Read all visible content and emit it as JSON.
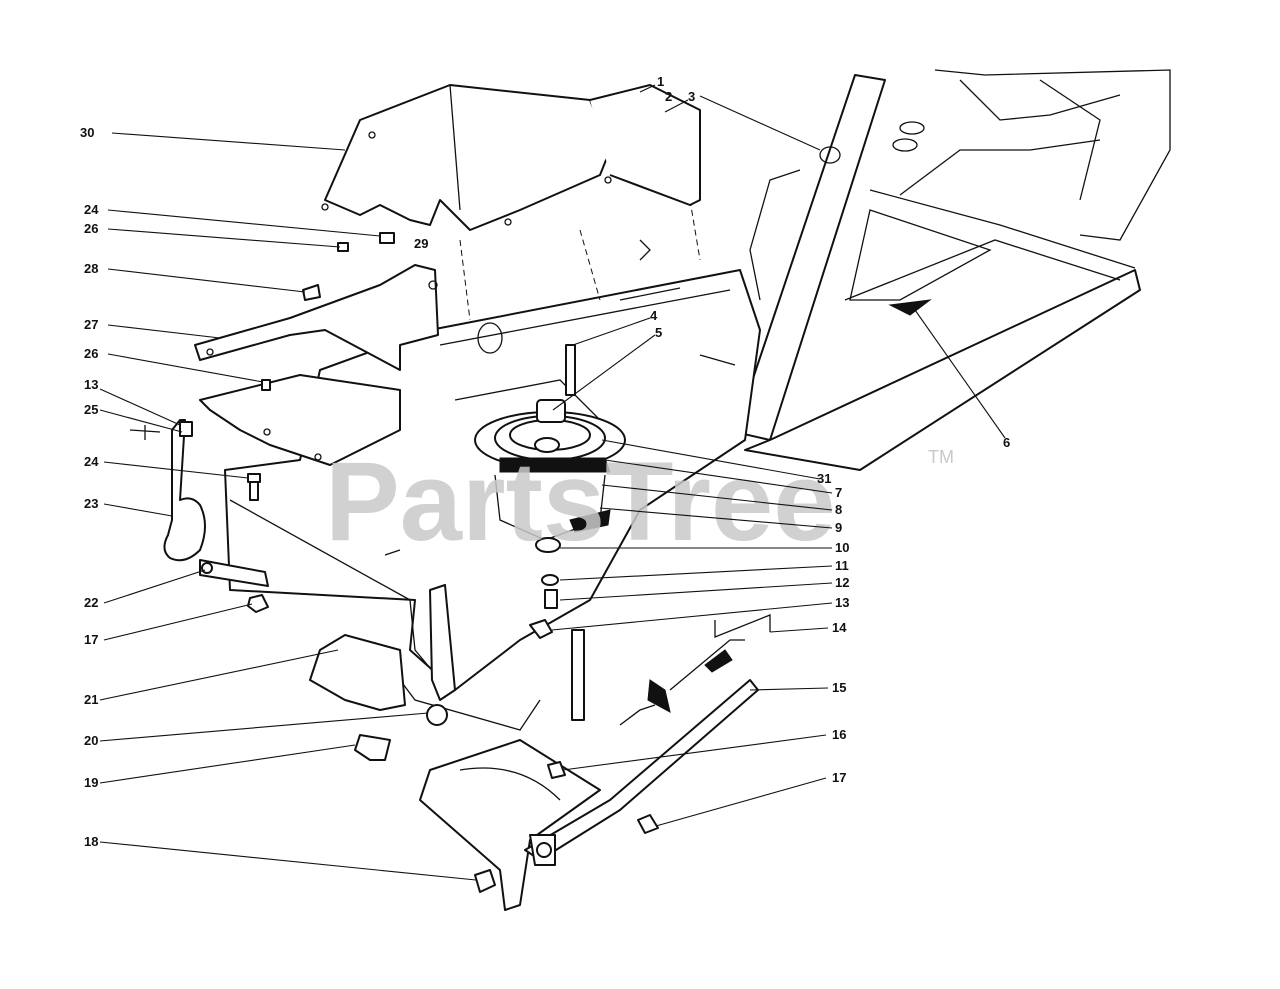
{
  "watermark": {
    "text": "PartsTree",
    "mark": "TM"
  },
  "callouts": [
    "1",
    "2",
    "3",
    "4",
    "5",
    "6",
    "7",
    "8",
    "9",
    "10",
    "11",
    "12",
    "13",
    "13",
    "14",
    "15",
    "16",
    "17",
    "17",
    "18",
    "19",
    "20",
    "21",
    "22",
    "23",
    "24",
    "24",
    "25",
    "26",
    "26",
    "27",
    "28",
    "29",
    "30",
    "31"
  ]
}
